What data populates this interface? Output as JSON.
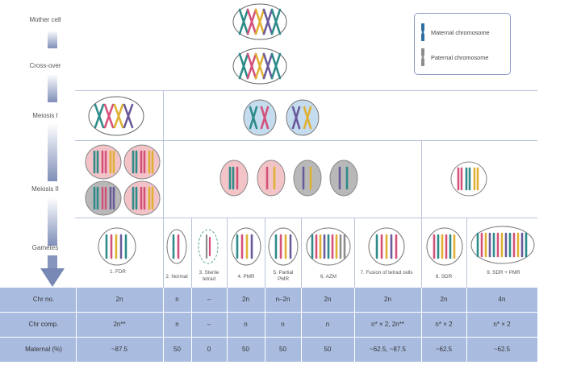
{
  "stages": {
    "mother_cell": "Mother cell",
    "cross_over": "Cross-over",
    "meiosis1": "Meiosis I",
    "meiosis2": "Meiosis II",
    "gametes": "Gametes"
  },
  "legend": {
    "maternal": "Maternal chromosome",
    "paternal": "Paternal chromosome"
  },
  "gamete_types": [
    {
      "label": "1. FDR"
    },
    {
      "label": "2. Normal"
    },
    {
      "label": "3. Sterile tetrad"
    },
    {
      "label": "4. PMR"
    },
    {
      "label": "5. Partial PMR"
    },
    {
      "label": "6. AZM"
    },
    {
      "label": "7. Fusion of tetrad cells"
    },
    {
      "label": "8. SDR"
    },
    {
      "label": "9. SDR + PMR"
    }
  ],
  "table": {
    "rows": [
      {
        "header": "Chr no.",
        "cells": [
          "2n",
          "n",
          "–",
          "2n",
          "n–2n",
          "2n",
          "2n",
          "2n",
          "4n"
        ]
      },
      {
        "header": "Chr comp.",
        "cells": [
          "2n**",
          "n",
          "–",
          "n",
          "n",
          "n",
          "n* × 2, 2n**",
          "n* × 2",
          "n* × 2"
        ]
      },
      {
        "header": "Maternal (%)",
        "cells": [
          "~87.5",
          "50",
          "0",
          "50",
          "50",
          "50",
          "~62.5, ~87.5",
          "~62.5",
          "~62.5"
        ]
      }
    ]
  },
  "colors": {
    "teal": "#2e8b8a",
    "pink": "#d4527a",
    "gold": "#e0b034",
    "purple": "#6a5a9a",
    "gray": "#8d8d8d",
    "table_bg": "#a9bce0",
    "pink_cell": "#f2c4c8",
    "blue_cell": "#c5dcef",
    "gray_cell": "#b8b8b8"
  }
}
